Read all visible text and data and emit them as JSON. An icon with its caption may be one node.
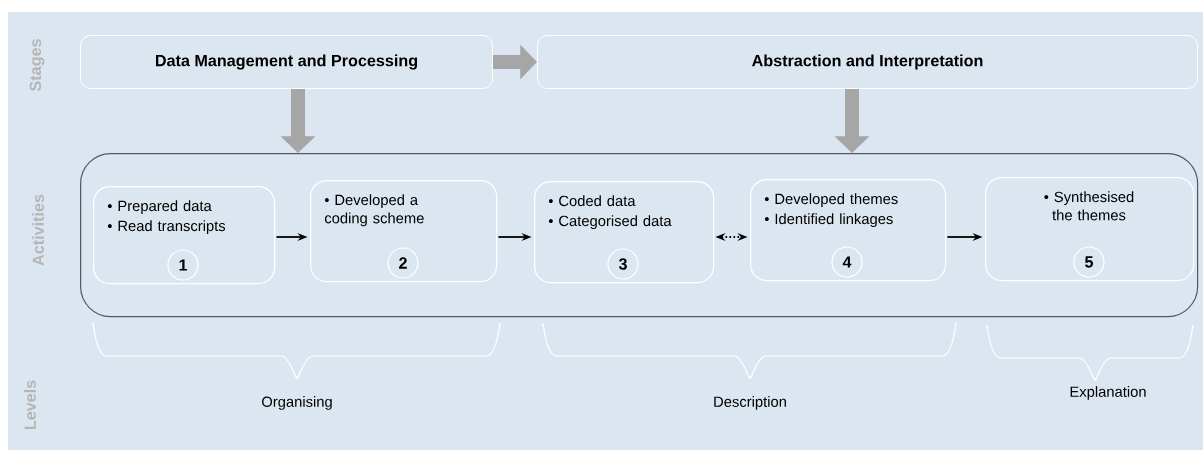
{
  "diagram": {
    "nodes": [
      {
        "text": [
          "Data Management and Processing"
        ]
      },
      {
        "text": [
          "Abstraction and Interpretation"
        ]
      },
      {
        "text": [],
        "shape": "box"
      },
      {
        "text": [
          "• Prepared data",
          "• Read transcripts",
          "1"
        ],
        "in": 2
      },
      {
        "text": [
          "• Developed a coding scheme",
          "2"
        ],
        "in": 2
      },
      {
        "text": [
          "• Coded data",
          "• Categorised data",
          "3"
        ],
        "in": 2
      },
      {
        "text": [
          "• Developed themes",
          "• Identified linkages",
          "4"
        ],
        "in": 2
      },
      {
        "text": [
          "• Synthesised the themes",
          "5"
        ],
        "in": 2
      }
    ],
    "edges": [
      {
        "from": 0,
        "to": 1,
        "arrow": "to",
        "style": "thick",
        "color": "#a6a6a6"
      },
      {
        "from": 0,
        "to": 2,
        "arrow": "to",
        "style": "thick",
        "color": "#a6a6a6"
      },
      {
        "from": 1,
        "to": 2,
        "arrow": "to",
        "style": "thick",
        "color": "#a6a6a6"
      },
      {
        "from": 3,
        "to": 4,
        "arrow": "to"
      },
      {
        "from": 4,
        "to": 5,
        "arrow": "to"
      },
      {
        "from": 5,
        "to": 6,
        "arrow": "both",
        "style": "dashed"
      },
      {
        "from": 6,
        "to": 7,
        "arrow": "to"
      }
    ],
    "labels": [
      "Stages",
      "Activities",
      "Levels",
      "Organising",
      "Description",
      "Explanation"
    ]
  }
}
